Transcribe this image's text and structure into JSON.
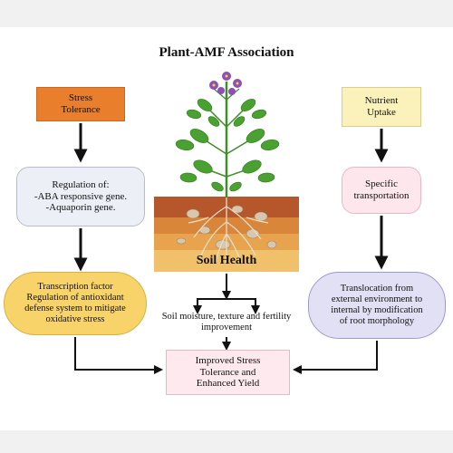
{
  "title": "Plant-AMF Association",
  "boxes": {
    "stress_tolerance": [
      "Stress",
      "Tolerance"
    ],
    "nutrient_uptake": [
      "Nutrient",
      "Uptake"
    ],
    "regulation": [
      "Regulation of:",
      "-ABA responsive gene.",
      "-Aquaporin gene."
    ],
    "specific_transport": [
      "Specific",
      "transportation"
    ],
    "transcription": [
      "Transcription factor",
      "Regulation of antioxidant",
      "defense system to mitigate",
      "oxidative stress"
    ],
    "translocation": [
      "Translocation from",
      "external environment to",
      "internal by modification",
      "of root morphology"
    ],
    "improved": [
      "Improved Stress",
      "Tolerance and",
      "Enhanced Yield"
    ]
  },
  "soil_label": "Soil Health",
  "soil_effects": [
    "Soil moisture, texture and fertility",
    "improvement"
  ],
  "colors": {
    "stress": "#e97f2d",
    "nutrient": "#fbf2bb",
    "regulation": "#edeff6",
    "specific": "#fde7ec",
    "transcription": "#f7d36a",
    "translocation": "#e2e0f4",
    "improved": "#fde9ee",
    "arrow": "#111111"
  },
  "icons": [
    "plant-icon",
    "flower-icon",
    "leaf-icon",
    "root-icon",
    "soil-layers-icon",
    "arrow-down-icon"
  ]
}
